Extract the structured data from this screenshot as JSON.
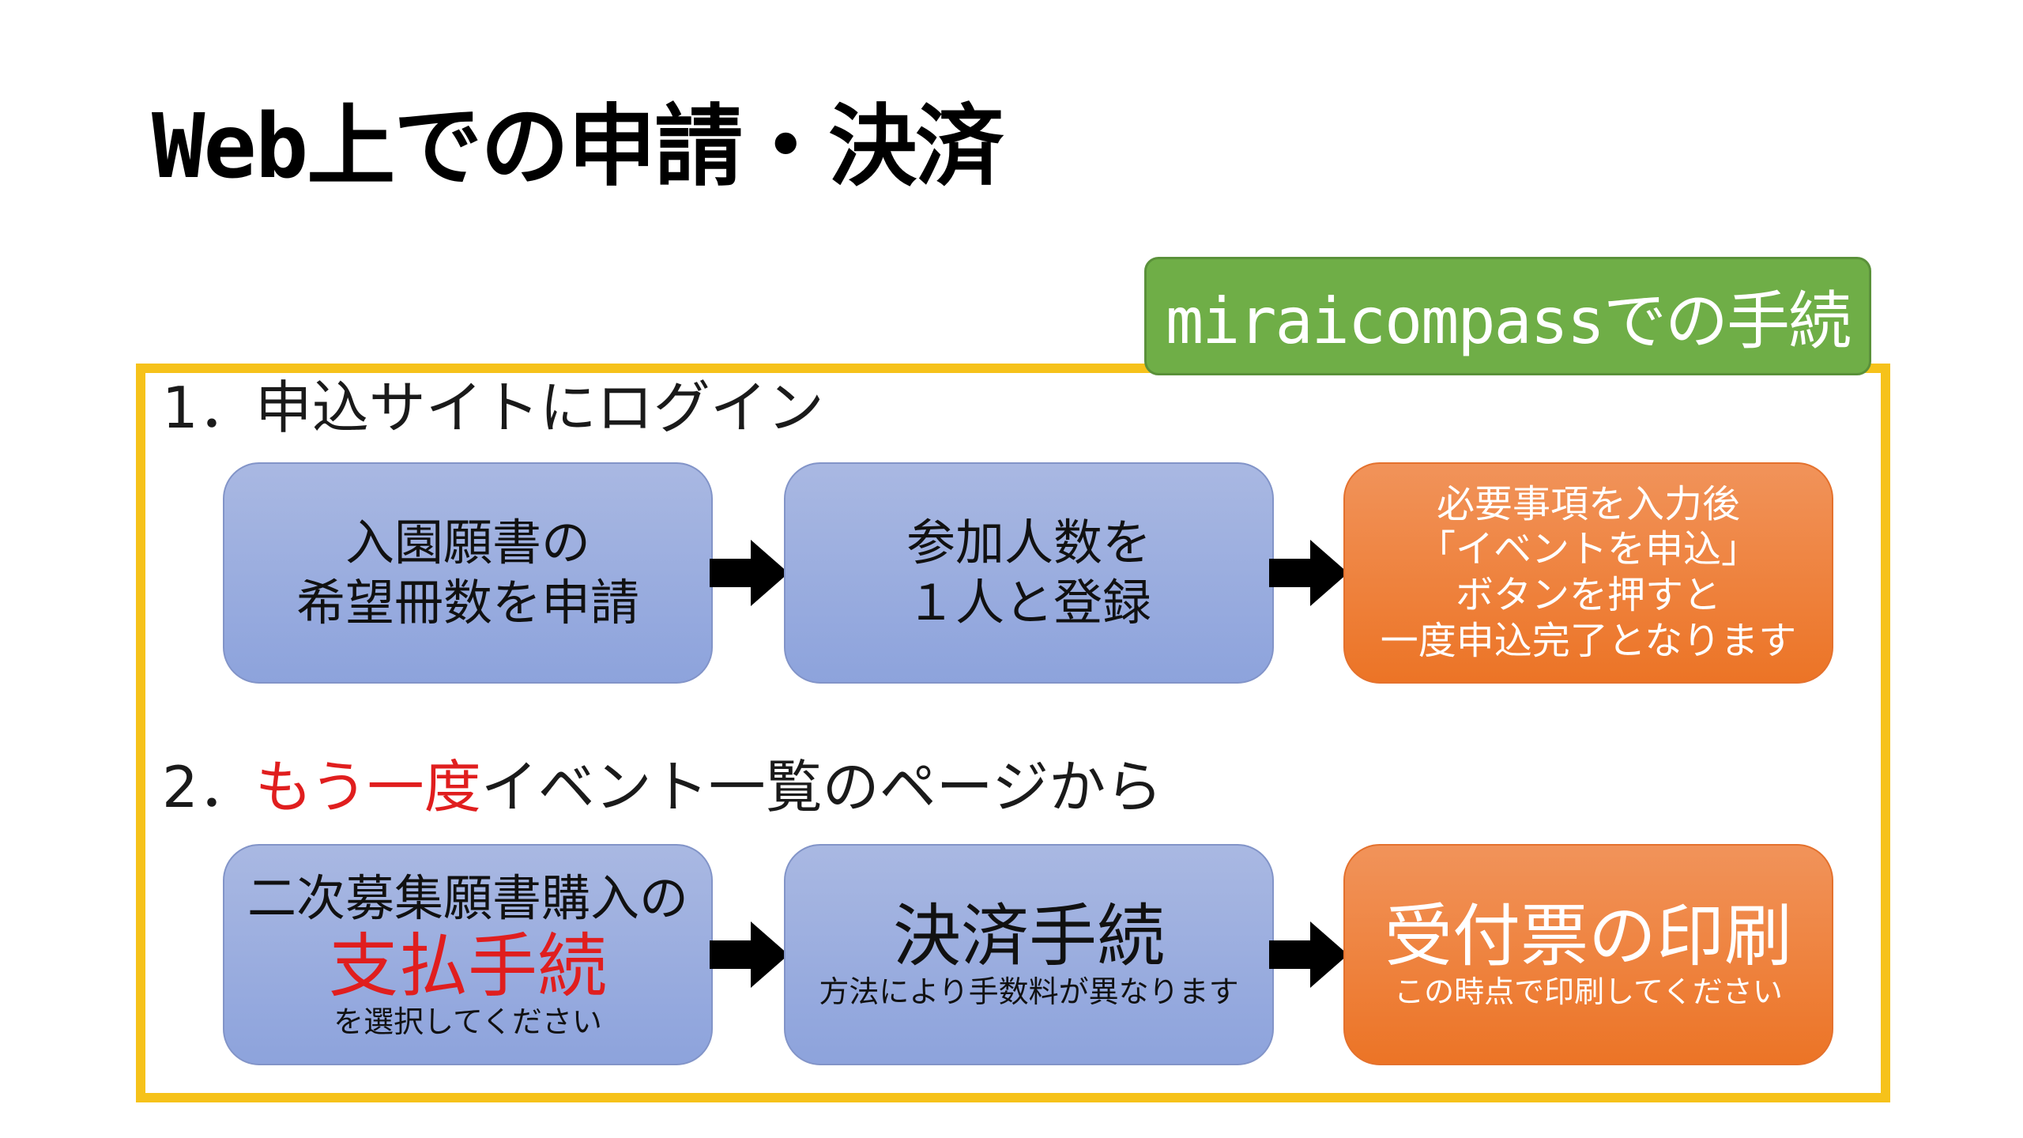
{
  "title": "Web上での申請・決済",
  "badge": "miraicompassでの手続",
  "step1": {
    "heading": "1．申込サイトにログイン",
    "boxes": [
      {
        "lines": [
          "入園願書の",
          "希望冊数を申請"
        ]
      },
      {
        "lines": [
          "参加人数を",
          "１人と登録"
        ]
      },
      {
        "lines": [
          "必要事項を入力後",
          "「イベントを申込」",
          "ボタンを押すと",
          "一度申込完了となります"
        ]
      }
    ]
  },
  "step2": {
    "heading_prefix": "2．",
    "heading_highlight": "もう一度",
    "heading_suffix": "イベント一覧のページから",
    "boxes": [
      {
        "top": "二次募集願書購入の",
        "main": "支払手続",
        "sub": "を選択してください"
      },
      {
        "main": "決済手続",
        "sub": "方法により手数料が異なります"
      },
      {
        "main": "受付票の印刷",
        "sub": "この時点で印刷してください"
      }
    ]
  },
  "colors": {
    "frame": "#f6c21a",
    "badge": "#6fae47",
    "box_blue": "#8da3dc",
    "box_orange": "#ec7426",
    "highlight": "#e01e1e"
  }
}
